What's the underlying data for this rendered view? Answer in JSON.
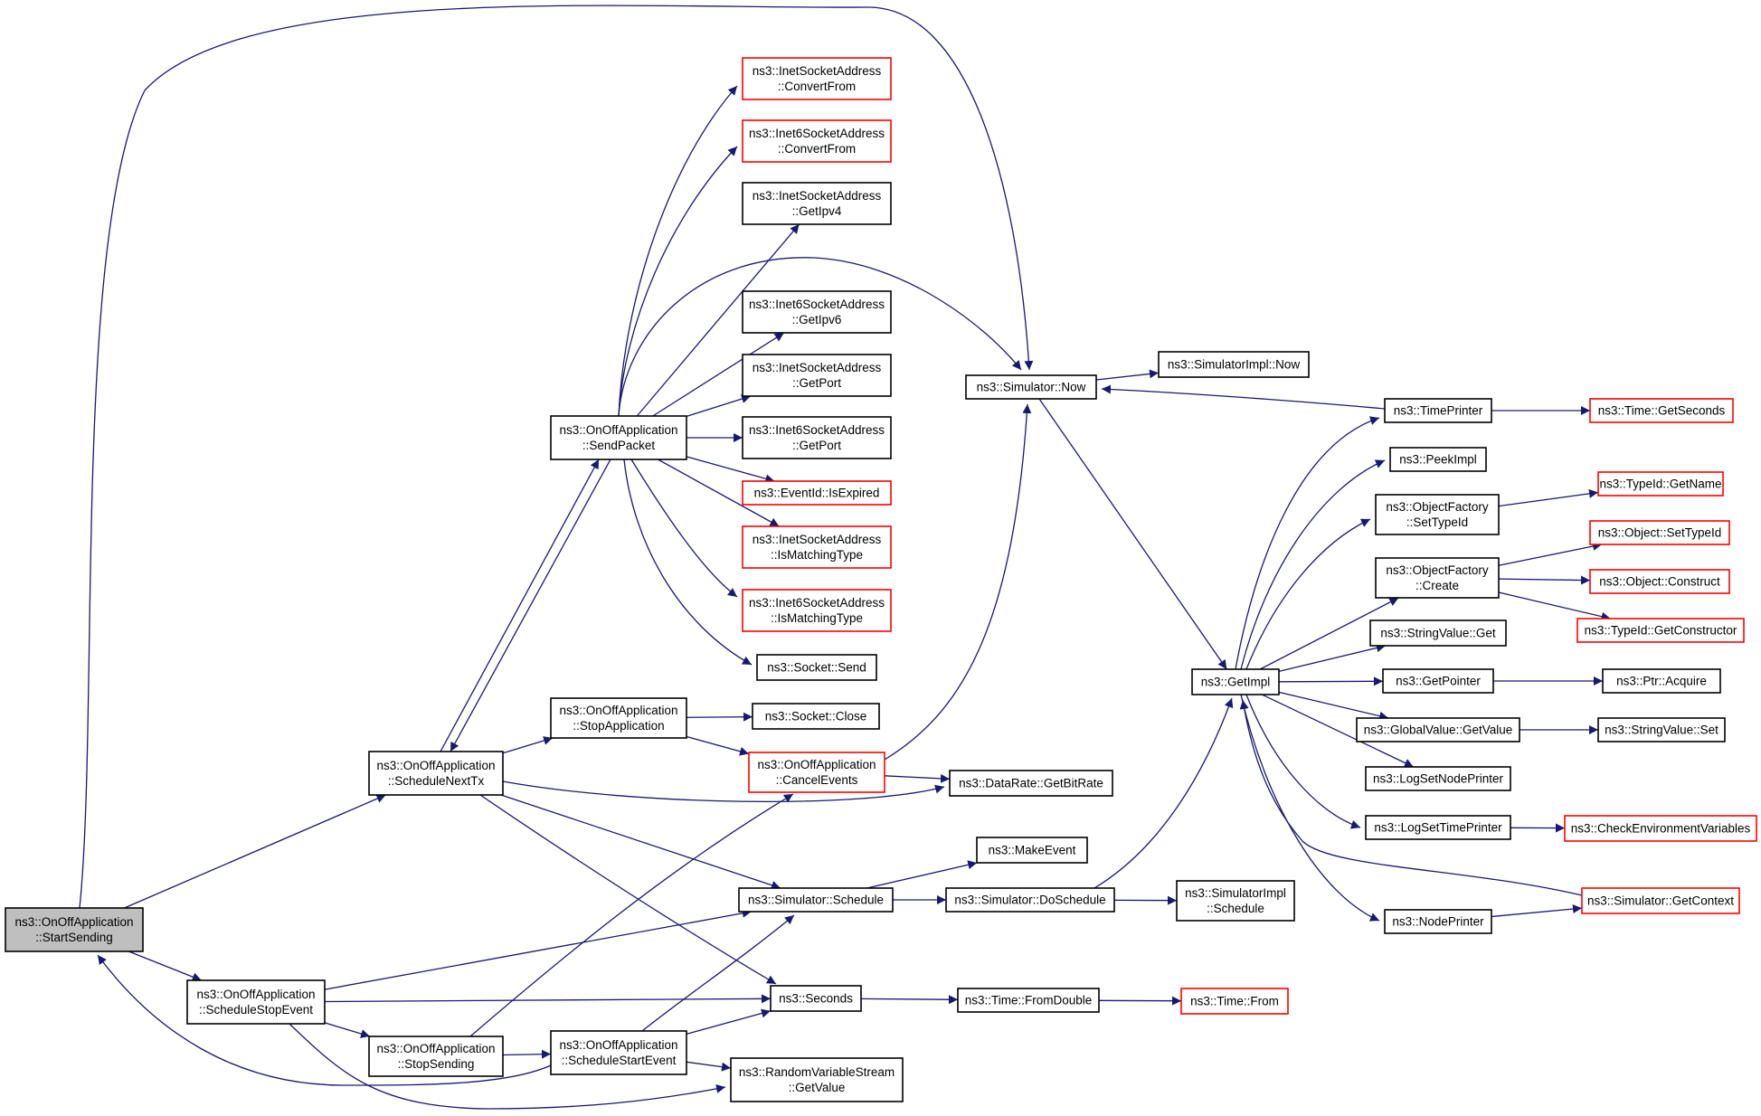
{
  "colors": {
    "edge": "#191970",
    "normal_border": "#000000",
    "truncated_border": "#ff0000",
    "root_fill": "#bfbfbf",
    "node_fill": "#ffffff"
  },
  "nodes": [
    {
      "id": "start_sending",
      "lines": [
        "ns3::OnOffApplication",
        "::StartSending"
      ],
      "style": "root"
    },
    {
      "id": "schedule_next_tx",
      "lines": [
        "ns3::OnOffApplication",
        "::ScheduleNextTx"
      ],
      "style": "normal"
    },
    {
      "id": "schedule_stop_event",
      "lines": [
        "ns3::OnOffApplication",
        "::ScheduleStopEvent"
      ],
      "style": "normal"
    },
    {
      "id": "stop_sending",
      "lines": [
        "ns3::OnOffApplication",
        "::StopSending"
      ],
      "style": "normal"
    },
    {
      "id": "schedule_start_event",
      "lines": [
        "ns3::OnOffApplication",
        "::ScheduleStartEvent"
      ],
      "style": "normal"
    },
    {
      "id": "send_packet",
      "lines": [
        "ns3::OnOffApplication",
        "::SendPacket"
      ],
      "style": "normal"
    },
    {
      "id": "stop_application",
      "lines": [
        "ns3::OnOffApplication",
        "::StopApplication"
      ],
      "style": "normal"
    },
    {
      "id": "cancel_events",
      "lines": [
        "ns3::OnOffApplication",
        "::CancelEvents"
      ],
      "style": "truncated"
    },
    {
      "id": "inet_convert_from",
      "lines": [
        "ns3::InetSocketAddress",
        "::ConvertFrom"
      ],
      "style": "truncated"
    },
    {
      "id": "inet6_convert_from",
      "lines": [
        "ns3::Inet6SocketAddress",
        "::ConvertFrom"
      ],
      "style": "truncated"
    },
    {
      "id": "inet_get_ipv4",
      "lines": [
        "ns3::InetSocketAddress",
        "::GetIpv4"
      ],
      "style": "normal"
    },
    {
      "id": "inet6_get_ipv6",
      "lines": [
        "ns3::Inet6SocketAddress",
        "::GetIpv6"
      ],
      "style": "normal"
    },
    {
      "id": "inet_get_port",
      "lines": [
        "ns3::InetSocketAddress",
        "::GetPort"
      ],
      "style": "normal"
    },
    {
      "id": "inet6_get_port",
      "lines": [
        "ns3::Inet6SocketAddress",
        "::GetPort"
      ],
      "style": "normal"
    },
    {
      "id": "eventid_is_expired",
      "lines": [
        "ns3::EventId::IsExpired"
      ],
      "style": "truncated"
    },
    {
      "id": "inet_is_matching",
      "lines": [
        "ns3::InetSocketAddress",
        "::IsMatchingType"
      ],
      "style": "truncated"
    },
    {
      "id": "inet6_is_matching",
      "lines": [
        "ns3::Inet6SocketAddress",
        "::IsMatchingType"
      ],
      "style": "truncated"
    },
    {
      "id": "socket_send",
      "lines": [
        "ns3::Socket::Send"
      ],
      "style": "normal"
    },
    {
      "id": "socket_close",
      "lines": [
        "ns3::Socket::Close"
      ],
      "style": "normal"
    },
    {
      "id": "simulator_schedule",
      "lines": [
        "ns3::Simulator::Schedule"
      ],
      "style": "normal"
    },
    {
      "id": "seconds",
      "lines": [
        "ns3::Seconds"
      ],
      "style": "normal"
    },
    {
      "id": "rvs_get_value",
      "lines": [
        "ns3::RandomVariableStream",
        "::GetValue"
      ],
      "style": "normal"
    },
    {
      "id": "simulator_now",
      "lines": [
        "ns3::Simulator::Now"
      ],
      "style": "normal"
    },
    {
      "id": "datarate_get_bitrate",
      "lines": [
        "ns3::DataRate::GetBitRate"
      ],
      "style": "normal"
    },
    {
      "id": "make_event",
      "lines": [
        "ns3::MakeEvent"
      ],
      "style": "normal"
    },
    {
      "id": "simulator_do_schedule",
      "lines": [
        "ns3::Simulator::DoSchedule"
      ],
      "style": "normal"
    },
    {
      "id": "time_from_double",
      "lines": [
        "ns3::Time::FromDouble"
      ],
      "style": "normal"
    },
    {
      "id": "simulatorimpl_now",
      "lines": [
        "ns3::SimulatorImpl::Now"
      ],
      "style": "normal"
    },
    {
      "id": "get_impl",
      "lines": [
        "ns3::GetImpl"
      ],
      "style": "normal"
    },
    {
      "id": "simulatorimpl_schedule",
      "lines": [
        "ns3::SimulatorImpl",
        "::Schedule"
      ],
      "style": "normal"
    },
    {
      "id": "time_from",
      "lines": [
        "ns3::Time::From"
      ],
      "style": "truncated"
    },
    {
      "id": "time_printer",
      "lines": [
        "ns3::TimePrinter"
      ],
      "style": "normal"
    },
    {
      "id": "peek_impl",
      "lines": [
        "ns3::PeekImpl"
      ],
      "style": "normal"
    },
    {
      "id": "objectfactory_set_typeid",
      "lines": [
        "ns3::ObjectFactory",
        "::SetTypeId"
      ],
      "style": "normal"
    },
    {
      "id": "objectfactory_create",
      "lines": [
        "ns3::ObjectFactory",
        "::Create"
      ],
      "style": "normal"
    },
    {
      "id": "stringvalue_get",
      "lines": [
        "ns3::StringValue::Get"
      ],
      "style": "normal"
    },
    {
      "id": "get_pointer",
      "lines": [
        "ns3::GetPointer"
      ],
      "style": "normal"
    },
    {
      "id": "globalvalue_get_value",
      "lines": [
        "ns3::GlobalValue::GetValue"
      ],
      "style": "normal"
    },
    {
      "id": "log_set_node_printer",
      "lines": [
        "ns3::LogSetNodePrinter"
      ],
      "style": "normal"
    },
    {
      "id": "log_set_time_printer",
      "lines": [
        "ns3::LogSetTimePrinter"
      ],
      "style": "normal"
    },
    {
      "id": "node_printer",
      "lines": [
        "ns3::NodePrinter"
      ],
      "style": "normal"
    },
    {
      "id": "time_get_seconds",
      "lines": [
        "ns3::Time::GetSeconds"
      ],
      "style": "truncated"
    },
    {
      "id": "typeid_get_name",
      "lines": [
        "ns3::TypeId::GetName"
      ],
      "style": "truncated"
    },
    {
      "id": "object_set_typeid",
      "lines": [
        "ns3::Object::SetTypeId"
      ],
      "style": "truncated"
    },
    {
      "id": "object_construct",
      "lines": [
        "ns3::Object::Construct"
      ],
      "style": "truncated"
    },
    {
      "id": "typeid_get_constructor",
      "lines": [
        "ns3::TypeId::GetConstructor"
      ],
      "style": "truncated"
    },
    {
      "id": "ptr_acquire",
      "lines": [
        "ns3::Ptr::Acquire"
      ],
      "style": "normal"
    },
    {
      "id": "stringvalue_set",
      "lines": [
        "ns3::StringValue::Set"
      ],
      "style": "normal"
    },
    {
      "id": "check_env_vars",
      "lines": [
        "ns3::CheckEnvironmentVariables"
      ],
      "style": "truncated"
    },
    {
      "id": "simulator_get_context",
      "lines": [
        "ns3::Simulator::GetContext"
      ],
      "style": "truncated"
    }
  ],
  "edges": [
    [
      "start_sending",
      "schedule_next_tx"
    ],
    [
      "start_sending",
      "schedule_stop_event"
    ],
    [
      "start_sending",
      "simulator_now"
    ],
    [
      "schedule_next_tx",
      "send_packet"
    ],
    [
      "schedule_next_tx",
      "simulator_schedule"
    ],
    [
      "schedule_next_tx",
      "seconds"
    ],
    [
      "schedule_next_tx",
      "datarate_get_bitrate"
    ],
    [
      "schedule_next_tx",
      "stop_application"
    ],
    [
      "send_packet",
      "schedule_next_tx"
    ],
    [
      "send_packet",
      "inet_convert_from"
    ],
    [
      "send_packet",
      "inet6_convert_from"
    ],
    [
      "send_packet",
      "inet_get_ipv4"
    ],
    [
      "send_packet",
      "simulator_now"
    ],
    [
      "send_packet",
      "inet6_get_ipv6"
    ],
    [
      "send_packet",
      "inet_get_port"
    ],
    [
      "send_packet",
      "inet6_get_port"
    ],
    [
      "send_packet",
      "eventid_is_expired"
    ],
    [
      "send_packet",
      "inet_is_matching"
    ],
    [
      "send_packet",
      "inet6_is_matching"
    ],
    [
      "send_packet",
      "socket_send"
    ],
    [
      "stop_application",
      "socket_close"
    ],
    [
      "stop_application",
      "cancel_events"
    ],
    [
      "cancel_events",
      "simulator_now"
    ],
    [
      "cancel_events",
      "datarate_get_bitrate"
    ],
    [
      "schedule_stop_event",
      "simulator_schedule"
    ],
    [
      "schedule_stop_event",
      "seconds"
    ],
    [
      "schedule_stop_event",
      "stop_sending"
    ],
    [
      "schedule_stop_event",
      "rvs_get_value"
    ],
    [
      "stop_sending",
      "cancel_events"
    ],
    [
      "stop_sending",
      "schedule_start_event"
    ],
    [
      "schedule_start_event",
      "start_sending"
    ],
    [
      "schedule_start_event",
      "simulator_schedule"
    ],
    [
      "schedule_start_event",
      "seconds"
    ],
    [
      "schedule_start_event",
      "rvs_get_value"
    ],
    [
      "simulator_schedule",
      "make_event"
    ],
    [
      "simulator_schedule",
      "simulator_do_schedule"
    ],
    [
      "simulator_do_schedule",
      "get_impl"
    ],
    [
      "simulator_do_schedule",
      "simulatorimpl_schedule"
    ],
    [
      "seconds",
      "time_from_double"
    ],
    [
      "time_from_double",
      "time_from"
    ],
    [
      "simulator_now",
      "simulatorimpl_now"
    ],
    [
      "simulator_now",
      "get_impl"
    ],
    [
      "time_printer",
      "simulator_now"
    ],
    [
      "time_printer",
      "time_get_seconds"
    ],
    [
      "get_impl",
      "time_printer"
    ],
    [
      "get_impl",
      "peek_impl"
    ],
    [
      "get_impl",
      "objectfactory_set_typeid"
    ],
    [
      "get_impl",
      "objectfactory_create"
    ],
    [
      "get_impl",
      "stringvalue_get"
    ],
    [
      "get_impl",
      "get_pointer"
    ],
    [
      "get_impl",
      "globalvalue_get_value"
    ],
    [
      "get_impl",
      "log_set_node_printer"
    ],
    [
      "get_impl",
      "log_set_time_printer"
    ],
    [
      "get_impl",
      "node_printer"
    ],
    [
      "objectfactory_set_typeid",
      "typeid_get_name"
    ],
    [
      "objectfactory_create",
      "object_set_typeid"
    ],
    [
      "objectfactory_create",
      "object_construct"
    ],
    [
      "objectfactory_create",
      "typeid_get_constructor"
    ],
    [
      "get_pointer",
      "ptr_acquire"
    ],
    [
      "globalvalue_get_value",
      "stringvalue_set"
    ],
    [
      "log_set_time_printer",
      "check_env_vars"
    ],
    [
      "node_printer",
      "simulator_get_context"
    ],
    [
      "simulator_get_context",
      "get_impl"
    ]
  ]
}
